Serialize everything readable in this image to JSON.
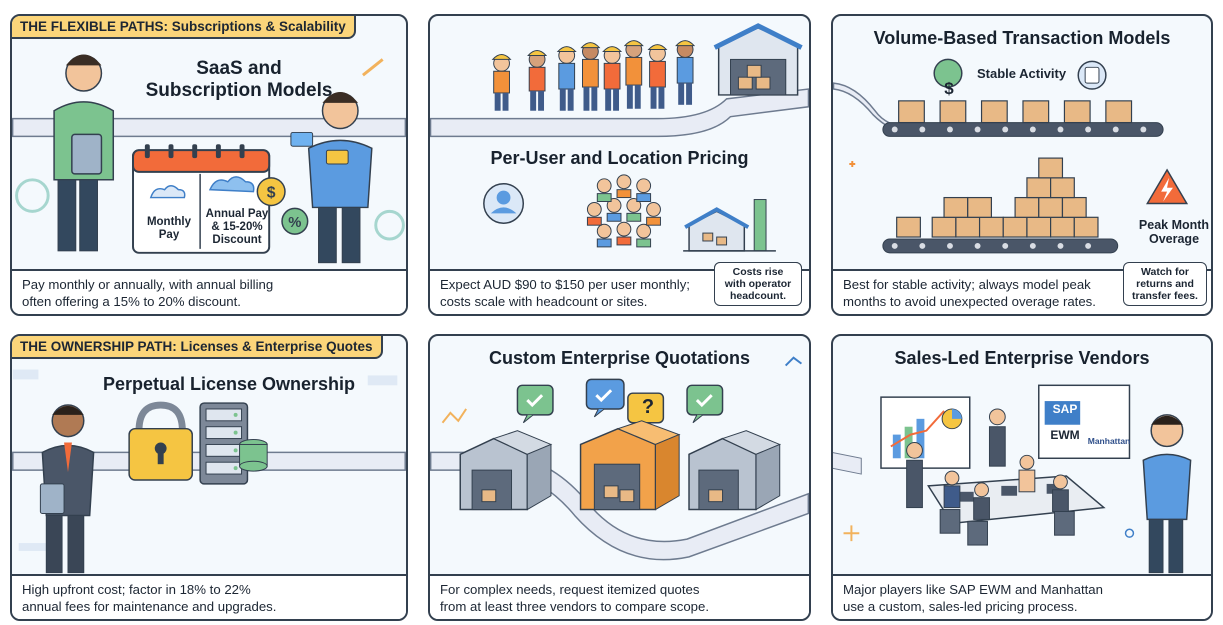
{
  "flexible_banner": "THE FLEXIBLE PATHS: Subscriptions & Scalability",
  "ownership_banner": "THE OWNERSHIP PATH: Licenses & Enterprise Quotes",
  "panels": {
    "saas": {
      "title_line1": "SaaS and",
      "title_line2": "Subscription Models",
      "monthly_line1": "Monthly",
      "monthly_line2": "Pay",
      "annual_line1": "Annual Pay",
      "annual_line2": "& 15-20%",
      "annual_line3": "Discount",
      "caption_line1": "Pay monthly or annually, with annual billing",
      "caption_line2": "often offering a 15% to 20% discount."
    },
    "per_user": {
      "title": "Per-User and Location Pricing",
      "note_line1": "Costs rise",
      "note_line2": "with operator",
      "note_line3": "headcount.",
      "caption_line1": "Expect AUD $90 to $150 per user monthly;",
      "caption_line2": "costs scale with headcount or sites."
    },
    "volume": {
      "title": "Volume-Based Transaction Models",
      "stable_label": "Stable Activity",
      "peak_line1": "Peak Month",
      "peak_line2": "Overage",
      "note_line1": "Watch for",
      "note_line2": "returns and",
      "note_line3": "transfer fees.",
      "caption_line1": "Best for stable activity; always model peak",
      "caption_line2": "months to avoid unexpected overage rates."
    },
    "perpetual": {
      "title": "Perpetual License Ownership",
      "caption_line1": "High upfront cost; factor in 18% to 22%",
      "caption_line2": "annual fees for maintenance and upgrades."
    },
    "custom": {
      "title": "Custom Enterprise Quotations",
      "caption_line1": "For complex needs, request itemized quotes",
      "caption_line2": "from at least three vendors to compare scope."
    },
    "sales": {
      "title": "Sales-Led Enterprise Vendors",
      "sap_label": "SAP",
      "ewm_label": "EWM",
      "manhattan_label": "Manhattan",
      "caption_line1": "Major players like SAP EWM and Manhattan",
      "caption_line2": "use a custom, sales-led pricing process."
    }
  },
  "icons": {
    "dollar_symbol": "$",
    "percent_symbol": "%",
    "question_symbol": "?"
  },
  "colors": {
    "banner": "#fbd57a",
    "outline": "#33404f",
    "panel_bg": "#f4f9fd",
    "box": "#e8b986",
    "accent_blue": "#3f7fc8",
    "accent_green": "#7cc38f",
    "warning": "#f26b3a"
  }
}
